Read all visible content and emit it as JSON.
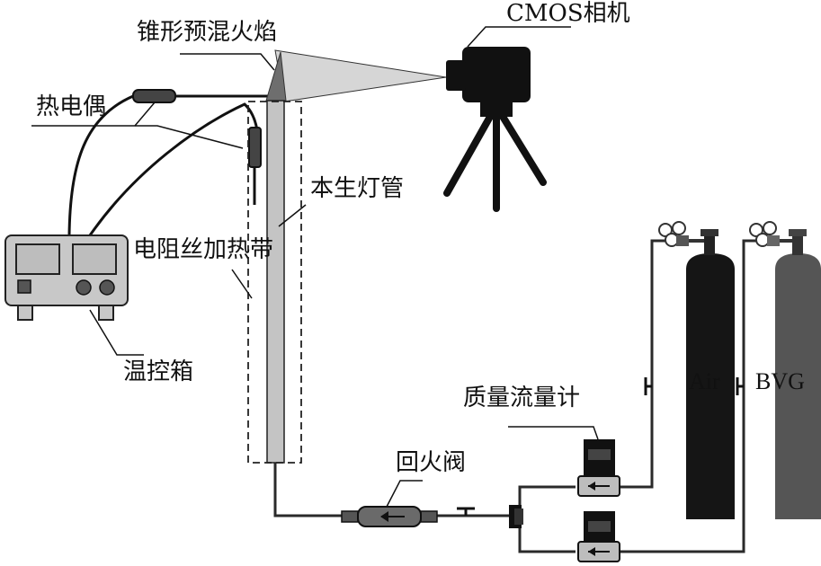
{
  "labels": {
    "flame": "锥形预混火焰",
    "camera": "CMOS相机",
    "thermocouple": "热电偶",
    "burner_tube": "本生灯管",
    "heating_tape": "电阻丝加热带",
    "temp_box": "温控箱",
    "flowmeter": "质量流量计",
    "check_valve": "回火阀",
    "air": "Air",
    "bvg": "BVG"
  },
  "colors": {
    "camera": "#111111",
    "air_tank": "#151515",
    "bvg_tank": "#555555",
    "tube": "#c4c4c4",
    "box": "#c8c8c8",
    "flame": "#d6d6d6"
  }
}
